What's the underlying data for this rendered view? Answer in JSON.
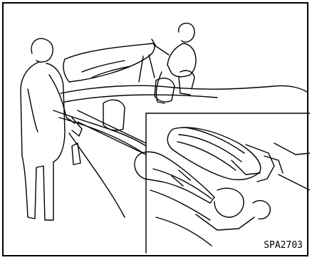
{
  "figure": {
    "code": "SPA2703",
    "line_color": "#000000",
    "background": "#ffffff",
    "icons": [
      "people-removing-soft-top-illustration",
      "folded-top-detail-inset"
    ]
  }
}
